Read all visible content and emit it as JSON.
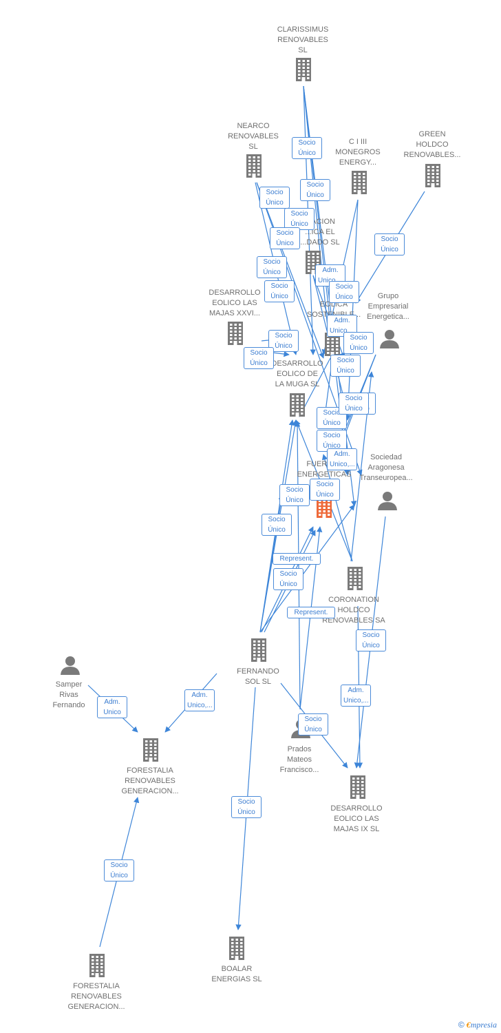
{
  "colors": {
    "edge": "#3d85d8",
    "node": "#7a7a7a",
    "focus": "#ee6a3a",
    "label": "#6f6f6f"
  },
  "nodes": [
    {
      "id": "clarissimus",
      "name": "CLARISSIMUS\nRENOVABLES\nSL",
      "kind": "company",
      "icon": "building-icon"
    },
    {
      "id": "nearco",
      "name": "NEARCO\nRENOVABLES\nSL",
      "kind": "company",
      "icon": "building-icon"
    },
    {
      "id": "ciii",
      "name": "C I III\nMONEGROS\nENERGY...",
      "kind": "company",
      "icon": "building-icon"
    },
    {
      "id": "green",
      "name": "GREEN\nHOLDCO\nRENOVABLES...",
      "kind": "company",
      "icon": "building-icon"
    },
    {
      "id": "generacion",
      "name": "...ACION\n...ICA EL\n...DADO SL",
      "kind": "company",
      "icon": "building-icon"
    },
    {
      "id": "majasxxvi",
      "name": "DESARROLLO\nEOLICO LAS\nMAJAS XXVI...",
      "kind": "company",
      "icon": "building-icon"
    },
    {
      "id": "eolica",
      "name": "EOLICA\nSOSTENIBLE...",
      "kind": "company",
      "icon": "building-icon"
    },
    {
      "id": "grupo",
      "name": "Grupo\nEmpresarial\nEnergetica...",
      "kind": "person",
      "icon": "person-icon"
    },
    {
      "id": "muga",
      "name": "DESARROLLO\nEOLICO DE\nLA MUGA SL",
      "kind": "company",
      "icon": "building-icon"
    },
    {
      "id": "fuerzas",
      "name": "FUERZAS\nENERGETICAS\nDE...",
      "kind": "company",
      "icon": "building-icon-highlight"
    },
    {
      "id": "sociedad",
      "name": "Sociedad\nAragonesa\nTranseuropea...",
      "kind": "person",
      "icon": "person-icon"
    },
    {
      "id": "coronation",
      "name": "CORONATION\nHOLDCO\nRENOVABLES SA",
      "kind": "company",
      "icon": "building-icon"
    },
    {
      "id": "fernando",
      "name": "FERNANDO\nSOL SL",
      "kind": "company",
      "icon": "building-icon"
    },
    {
      "id": "samper",
      "name": "Samper\nRivas\nFernando",
      "kind": "person",
      "icon": "person-icon"
    },
    {
      "id": "forestalia1",
      "name": "FORESTALIA\nRENOVABLES\nGENERACION...",
      "kind": "company",
      "icon": "building-icon"
    },
    {
      "id": "prados",
      "name": "Prados\nMateos\nFrancisco...",
      "kind": "person",
      "icon": "person-icon"
    },
    {
      "id": "majasix",
      "name": "DESARROLLO\nEOLICO LAS\nMAJAS IX  SL",
      "kind": "company",
      "icon": "building-icon"
    },
    {
      "id": "boalar",
      "name": "BOALAR\nENERGIAS  SL",
      "kind": "company",
      "icon": "building-icon"
    },
    {
      "id": "forestalia2",
      "name": "FORESTALIA\nRENOVABLES\nGENERACION...",
      "kind": "company",
      "icon": "building-icon"
    }
  ],
  "edge_labels": [
    "Socio\nÚnico",
    "Socio\nÚnico",
    "Socio\nÚnico",
    "Socio\nÚnico",
    "Socio\nÚnico",
    "Socio\nÚnico",
    "Socio\nÚnico",
    "Socio\nÚnico",
    "Adm.\nUnico,...",
    "Socio\nÚnico",
    "Socio\nÚnico",
    "Adm.\nUnico,...",
    "Socio\nÚnico",
    "Socio\nÚnico",
    "Socio\nÚnico",
    "Socio\nÚnico",
    "Socio\nÚnico",
    "Socio\nÚnico",
    "Socio\nÚnico",
    "Adm.\nUnico,...",
    "Socio\nÚnico",
    "Socio\nÚnico",
    "Socio\nÚnico",
    "Represent.",
    "Socio\nÚnico",
    "Represent.",
    "Socio\nÚnico",
    "Adm.\nUnico",
    "Adm.\nUnico,...",
    "Adm.\nUnico,...",
    "Socio\nÚnico",
    "Socio\nÚnico",
    "Socio\nÚnico"
  ],
  "watermark": {
    "copyright": "©",
    "brand_initial": "€",
    "brand_rest": "mpresia"
  }
}
